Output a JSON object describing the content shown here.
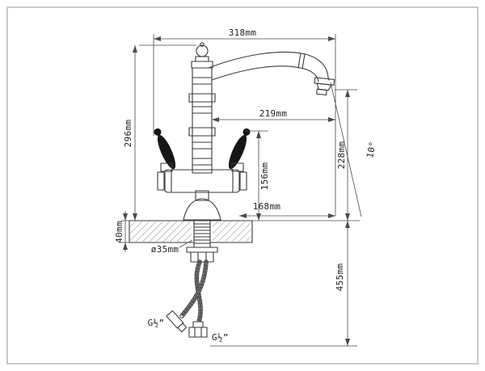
{
  "drawing_type": "kitchen-faucet-installation-dimension-drawing",
  "units": "mm",
  "colors": {
    "line": "#3a3a3a",
    "dimension": "#4a4a4a",
    "text": "#222222",
    "frame": "#bdbdbd",
    "handle_fill": "#161616",
    "background": "#ffffff"
  },
  "dims": {
    "overall_width": {
      "label": "318mm"
    },
    "height_above_deck": {
      "label": "296mm"
    },
    "spout_reach": {
      "label": "219mm"
    },
    "spout_outlet_height": {
      "label": "228mm"
    },
    "outlet_angle": {
      "label": "10°"
    },
    "body_height": {
      "label": "156mm"
    },
    "reach_to_body": {
      "label": "168mm"
    },
    "deck_thickness": {
      "label": "40mm"
    },
    "mounting_hole": {
      "label": "ø35mm"
    },
    "hose_drop": {
      "label": "455mm"
    },
    "thread_left": {
      "label": "G½”"
    },
    "thread_bottom": {
      "label": "G½”"
    }
  }
}
